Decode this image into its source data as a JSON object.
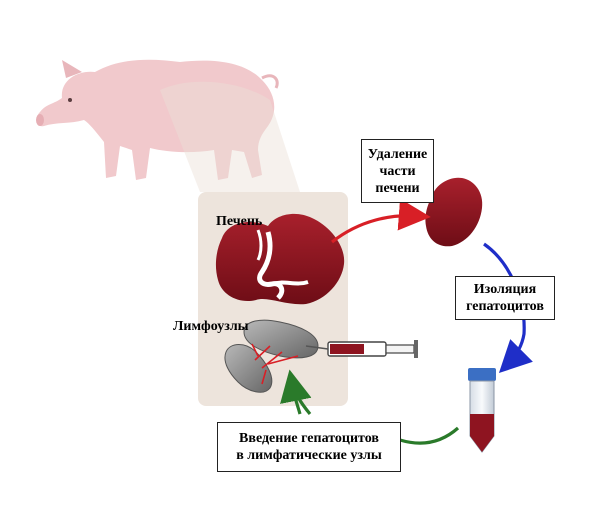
{
  "labels": {
    "liver": "Печень",
    "lymph_nodes": "Лимфоузлы"
  },
  "steps": {
    "removal": {
      "line1": "Удаление",
      "line2": "части",
      "line3": "печени"
    },
    "isolation": {
      "line1": "Изоляция",
      "line2": "гепатоцитов"
    },
    "injection": {
      "line1": "Введение гепатоцитов",
      "line2": "в лимфатические узлы"
    }
  },
  "icons": [
    "pig-icon",
    "liver-icon",
    "lymph-node-icon",
    "syringe-icon",
    "liver-piece-icon",
    "test-tube-icon"
  ],
  "colors": {
    "liver": "#8e1420",
    "arrow_red": "#d81f26",
    "arrow_blue": "#1f2ec8",
    "arrow_green": "#2a7a2a",
    "pig": "#f1c9cc",
    "panel": "#eadfd6",
    "node": "#8a8a8a",
    "tube_cap": "#3b6fc4"
  }
}
